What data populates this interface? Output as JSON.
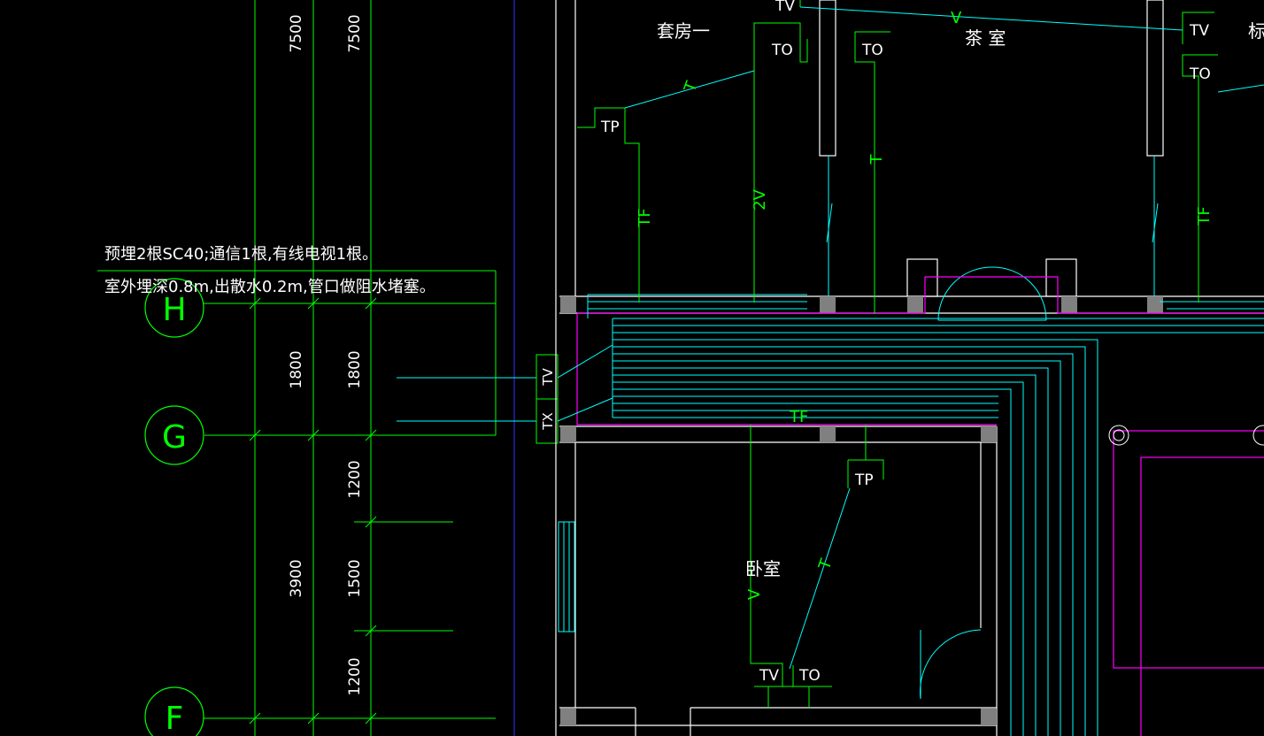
{
  "colors": {
    "background": "#000000",
    "grid_green": "#00ff00",
    "cable_cyan": "#00ffff",
    "wall_white": "#ffffff",
    "hatch_gray": "#808080",
    "magenta": "#ff00ff",
    "blue": "#3333ff"
  },
  "note": {
    "line1": "预埋2根SC40;通信1根,有线电视1根。",
    "line2": "室外埋深0.8m,出散水0.2m,管口做阻水堵塞。"
  },
  "axes": {
    "h": "H",
    "g": "G",
    "f": "F"
  },
  "dimensions": {
    "col1": [
      "7500",
      "1800",
      "3900"
    ],
    "col2": [
      "7500",
      "1800",
      "1200",
      "1500",
      "1200"
    ]
  },
  "rooms": {
    "suite": "套房一",
    "tea": "茶 室",
    "bedroom": "卧室",
    "standard": "标"
  },
  "outlets": {
    "tv_top": "TV",
    "to_1": "TO",
    "to_2": "TO",
    "tp_suite": "TP",
    "tv_right": "TV",
    "to_right": "TO",
    "tv_entry": "TV",
    "tx_entry": "TX",
    "tp_bedroom": "TP",
    "tv_bedroom": "TV",
    "to_bedroom": "TO"
  },
  "cable_marks": {
    "v_top": "V",
    "t_suite": "T",
    "tf_suite": "TF",
    "twov": "2V",
    "t_tea": "T",
    "tf_right": "TF",
    "tf_corridor": "TF",
    "t_bedroom": "T",
    "v_bedroom": "V"
  }
}
